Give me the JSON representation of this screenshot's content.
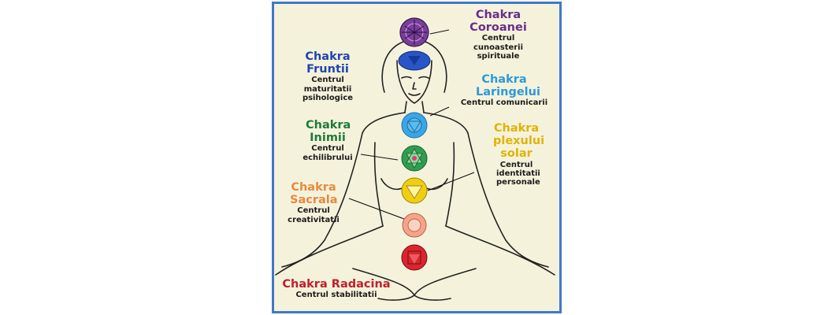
{
  "chakras": [
    {
      "key": "coroanei",
      "title": "Chakra Coroanei",
      "subtitle": "Centrul cunoasterii spirituale",
      "color": "#6a2d8c",
      "fill": "#7a3e9a"
    },
    {
      "key": "fruntii",
      "title": "Chakra Fruntii",
      "subtitle": "Centrul maturitatii psihologice",
      "color": "#1f45b0",
      "fill": "#2a55c8"
    },
    {
      "key": "laringelui",
      "title": "Chakra Laringelui",
      "subtitle": "Centrul comunicarii",
      "color": "#2a9ad8",
      "fill": "#39a6e6"
    },
    {
      "key": "inimii",
      "title": "Chakra Inimii",
      "subtitle": "Centrul echilibrului",
      "color": "#1f7a3a",
      "fill": "#2e9e4f"
    },
    {
      "key": "plexului",
      "title": "Chakra plexului solar",
      "subtitle": "Centrul identitatii personale",
      "color": "#e0b400",
      "fill": "#f0cf12"
    },
    {
      "key": "sacrala",
      "title": "Chakra Sacrala",
      "subtitle": "Centrul creativitatii",
      "color": "#e88a3c",
      "fill": "#f2a58a"
    },
    {
      "key": "radacina",
      "title": "Chakra Radacina",
      "subtitle": "Centrul stabilitatii",
      "color": "#c0202a",
      "fill": "#d8262e"
    }
  ]
}
